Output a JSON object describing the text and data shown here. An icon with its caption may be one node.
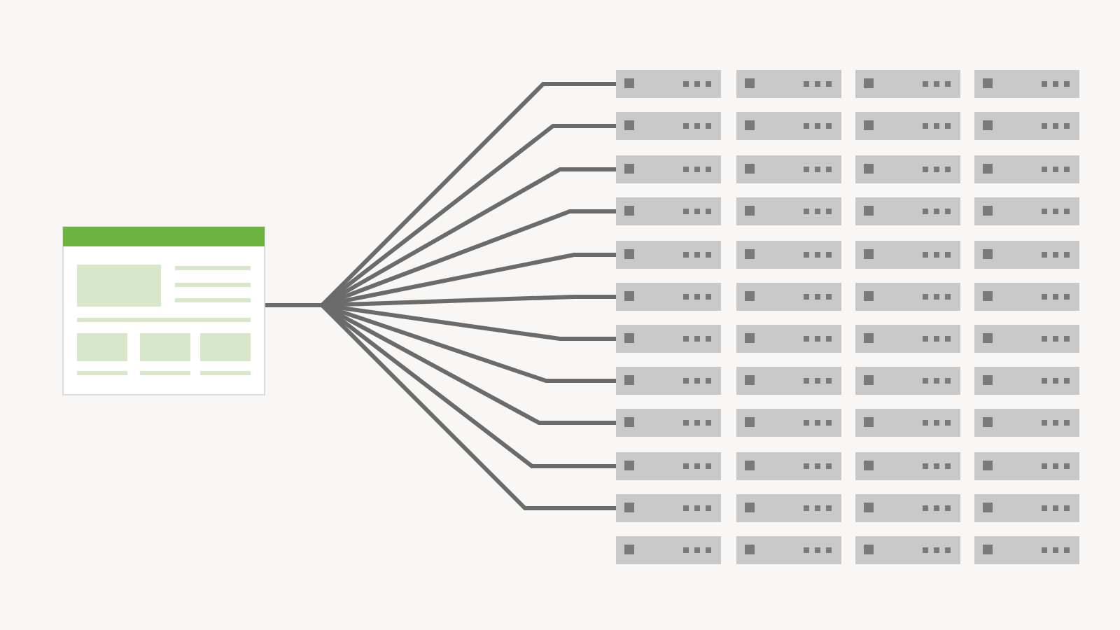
{
  "diagram": {
    "nodes": [
      {
        "text": [],
        "shape": "picture"
      },
      {
        "text": [],
        "shape": "box"
      },
      {
        "text": [],
        "shape": "box"
      },
      {
        "text": [],
        "shape": "box"
      },
      {
        "text": [],
        "shape": "box"
      },
      {
        "text": [],
        "shape": "box"
      },
      {
        "text": [],
        "shape": "box"
      },
      {
        "text": [],
        "shape": "box"
      },
      {
        "text": [],
        "shape": "box"
      },
      {
        "text": [],
        "shape": "box"
      },
      {
        "text": [],
        "shape": "box"
      },
      {
        "text": [],
        "shape": "box"
      },
      {
        "text": [],
        "shape": "box"
      },
      {
        "text": [],
        "shape": "box"
      },
      {
        "text": [],
        "shape": "box"
      },
      {
        "text": [],
        "shape": "box"
      },
      {
        "text": [],
        "shape": "box"
      },
      {
        "text": [],
        "shape": "box"
      },
      {
        "text": [],
        "shape": "box"
      },
      {
        "text": [],
        "shape": "box"
      },
      {
        "text": [],
        "shape": "box"
      },
      {
        "text": [],
        "shape": "box"
      },
      {
        "text": [],
        "shape": "box"
      },
      {
        "text": [],
        "shape": "box"
      },
      {
        "text": [],
        "shape": "box"
      },
      {
        "text": [],
        "shape": "box"
      },
      {
        "text": [],
        "shape": "box"
      },
      {
        "text": [],
        "shape": "box"
      },
      {
        "text": [],
        "shape": "box"
      },
      {
        "text": [],
        "shape": "box"
      },
      {
        "text": [],
        "shape": "box"
      },
      {
        "text": [],
        "shape": "box"
      },
      {
        "text": [],
        "shape": "box"
      },
      {
        "text": [],
        "shape": "box"
      },
      {
        "text": [],
        "shape": "box"
      },
      {
        "text": [],
        "shape": "box"
      },
      {
        "text": [],
        "shape": "box"
      },
      {
        "text": [],
        "shape": "box"
      },
      {
        "text": [],
        "shape": "box"
      },
      {
        "text": [],
        "shape": "box"
      },
      {
        "text": [],
        "shape": "box"
      },
      {
        "text": [],
        "shape": "box"
      },
      {
        "text": [],
        "shape": "box"
      },
      {
        "text": [],
        "shape": "box"
      },
      {
        "text": [],
        "shape": "box"
      },
      {
        "text": [],
        "shape": "box"
      },
      {
        "text": [],
        "shape": "box"
      },
      {
        "text": [],
        "shape": "box"
      },
      {
        "text": [],
        "shape": "box"
      }
    ],
    "edges": [
      {
        "from": 0,
        "to": 1,
        "arrow": "none"
      },
      {
        "from": 0,
        "to": 5,
        "arrow": "none"
      },
      {
        "from": 0,
        "to": 9,
        "arrow": "none"
      },
      {
        "from": 0,
        "to": 13,
        "arrow": "none"
      },
      {
        "from": 0,
        "to": 17,
        "arrow": "none"
      },
      {
        "from": 0,
        "to": 21,
        "arrow": "none"
      },
      {
        "from": 0,
        "to": 25,
        "arrow": "none"
      },
      {
        "from": 0,
        "to": 29,
        "arrow": "none"
      },
      {
        "from": 0,
        "to": 33,
        "arrow": "none"
      },
      {
        "from": 0,
        "to": 37,
        "arrow": "none"
      },
      {
        "from": 0,
        "to": 41,
        "arrow": "none"
      }
    ]
  }
}
